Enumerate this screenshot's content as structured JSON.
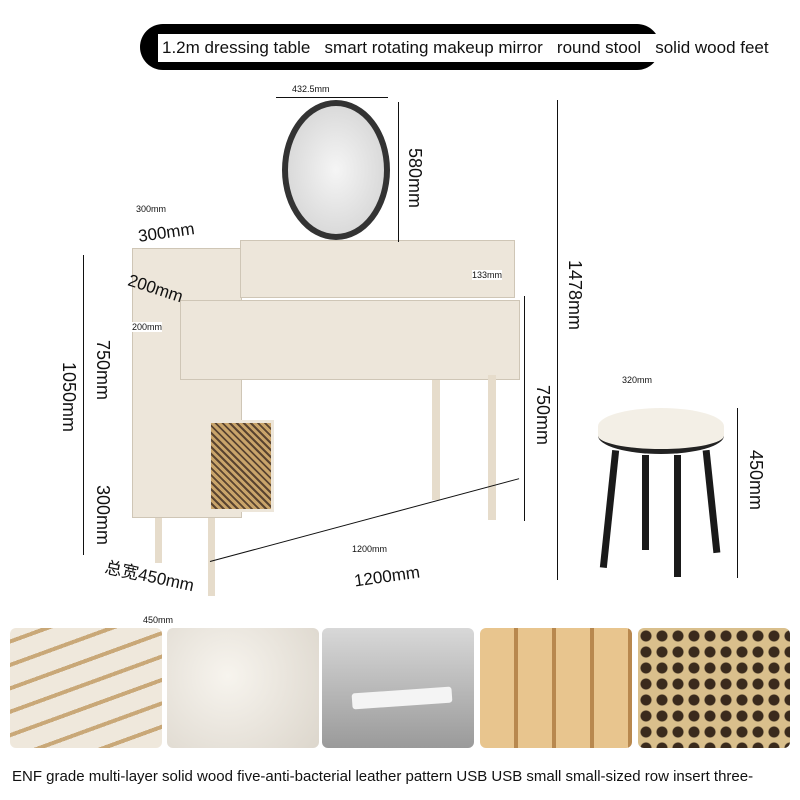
{
  "header": {
    "title": "1.2m dressing table   smart rotating makeup mirror   round stool   solid wood feet"
  },
  "dimensions": {
    "mirror_width": "432.5mm",
    "mirror_height": "580mm",
    "cabinet_width_small": "300mm",
    "cabinet_width_large": "300mm",
    "cabinet_depth_large": "200mm",
    "cabinet_depth_small": "200mm",
    "shelf_height": "133mm",
    "total_height": "1478mm",
    "left_upper_height": "750mm",
    "left_total_height": "1050mm",
    "left_lower_height": "300mm",
    "desk_height": "750mm",
    "stool_width": "320mm",
    "stool_height": "450mm",
    "desk_width_small": "1200mm",
    "desk_width_large": "1200mm",
    "total_depth_large": "总宽450mm",
    "total_depth_small": "450mm"
  },
  "features": {
    "caption": "ENF grade multi-layer solid wood five-anti-bacterial leather pattern USB USB small small-sized row insert three-"
  },
  "colors": {
    "wood": "#ede6da",
    "cushion": "#f3efe6",
    "legs": "#1a1a1a",
    "rattan": "#c9a46a"
  }
}
